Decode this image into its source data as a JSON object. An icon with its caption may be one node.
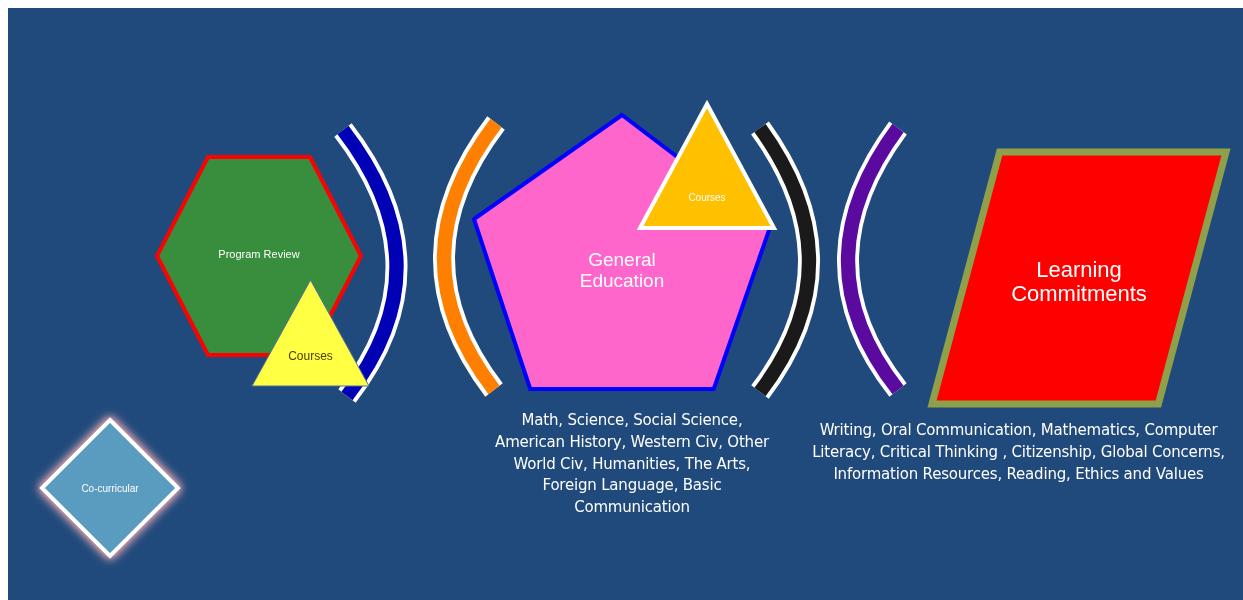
{
  "diagram": {
    "nodes": [
      {
        "text": [
          "Program Review"
        ]
      },
      {
        "text": [
          "Courses"
        ]
      },
      {
        "text": [
          "General Education"
        ],
        "beside": [
          "Math, Science, Social Science, American History, Western Civ, Other World Civ, Humanities, The Arts, Foreign Language, Basic Communication"
        ]
      },
      {
        "text": [
          "Courses"
        ]
      },
      {
        "text": [
          "Learning Commitments"
        ],
        "beside": [
          "Writing, Oral Communication, Mathematics, Computer Literacy, Critical Thinking , Citizenship, Global Concerns, Information Resources, Reading, Ethics and Values"
        ]
      },
      {
        "text": [
          "Co-curricular"
        ]
      }
    ]
  }
}
